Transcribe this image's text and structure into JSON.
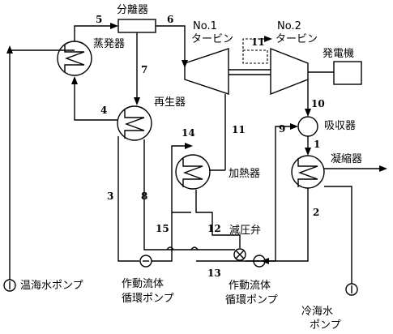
{
  "components": {
    "separator": "分離器",
    "evaporator": "蒸発器",
    "regenerator": "再生器",
    "turbine1": [
      "No.1",
      "タービン"
    ],
    "turbine2": [
      "No.2",
      "タービン"
    ],
    "generator": "発電機",
    "absorber": "吸収器",
    "heater": "加熱器",
    "condenser": "凝縮器",
    "pressure_valve": "減圧弁",
    "warm_pump": "温海水ポンプ",
    "work_pump1": [
      "作動流体",
      "循環ポンプ"
    ],
    "work_pump2": [
      "作動流体",
      "循環ポンプ"
    ],
    "cold_pump": [
      "冷海水",
      "ポンプ"
    ]
  },
  "streams": [
    "1",
    "2",
    "3",
    "4",
    "5",
    "6",
    "7",
    "8",
    "9",
    "10",
    "11",
    "11",
    "12",
    "13",
    "14",
    "15"
  ]
}
